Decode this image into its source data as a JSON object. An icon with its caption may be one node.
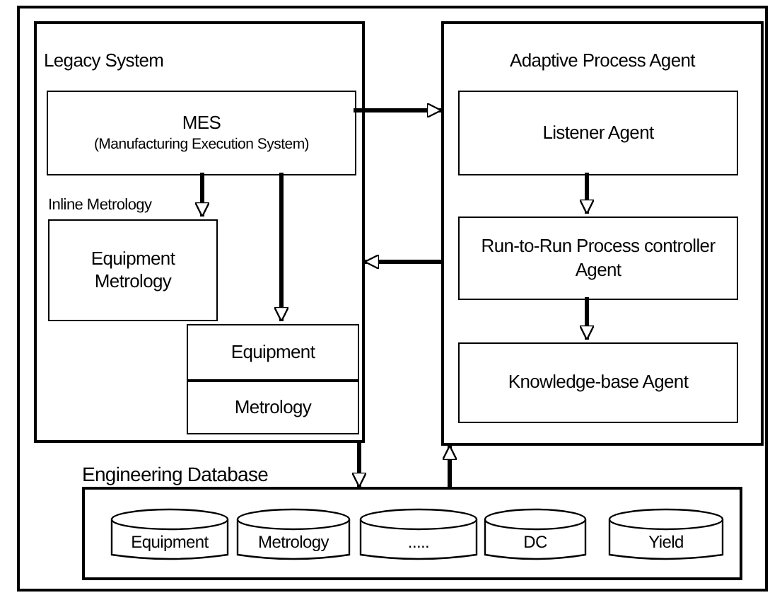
{
  "diagram": {
    "nodes": [
      {
        "text": [
          "Legacy System"
        ]
      },
      {
        "text": [
          "MES",
          "(Manufacturing Execution System)"
        ],
        "in": 0
      },
      {
        "text": [
          "Inline Metrology",
          "Equipment Metrology"
        ],
        "in": 0
      },
      {
        "text": [
          "Equipment"
        ],
        "in": 0
      },
      {
        "text": [
          "Metrology"
        ],
        "in": 0
      },
      {
        "text": [
          "Adaptive Process Agent"
        ]
      },
      {
        "text": [
          "Listener Agent"
        ],
        "in": 5
      },
      {
        "text": [
          "Run-to-Run Process controller Agent"
        ],
        "in": 5
      },
      {
        "text": [
          "Knowledge-base Agent"
        ],
        "in": 5
      },
      {
        "text": [
          "Engineering Database"
        ]
      },
      {
        "text": [
          "Equipment"
        ],
        "in": 9
      },
      {
        "text": [
          "Metrology"
        ],
        "in": 9
      },
      {
        "text": [
          "....."
        ],
        "in": 9
      },
      {
        "text": [
          "DC"
        ],
        "in": 9
      },
      {
        "text": [
          "Yield"
        ],
        "in": 9
      }
    ],
    "edges": [
      {
        "from": 1,
        "to": 5,
        "arrow": "to"
      },
      {
        "from": 5,
        "to": 0,
        "arrow": "to"
      },
      {
        "from": 1,
        "to": 2,
        "arrow": "to"
      },
      {
        "from": 1,
        "to": 3,
        "arrow": "to"
      },
      {
        "from": 6,
        "to": 7,
        "arrow": "to"
      },
      {
        "from": 7,
        "to": 8,
        "arrow": "to"
      },
      {
        "from": 0,
        "to": 9,
        "arrow": "to"
      },
      {
        "from": 9,
        "to": 5,
        "arrow": "to"
      }
    ]
  }
}
